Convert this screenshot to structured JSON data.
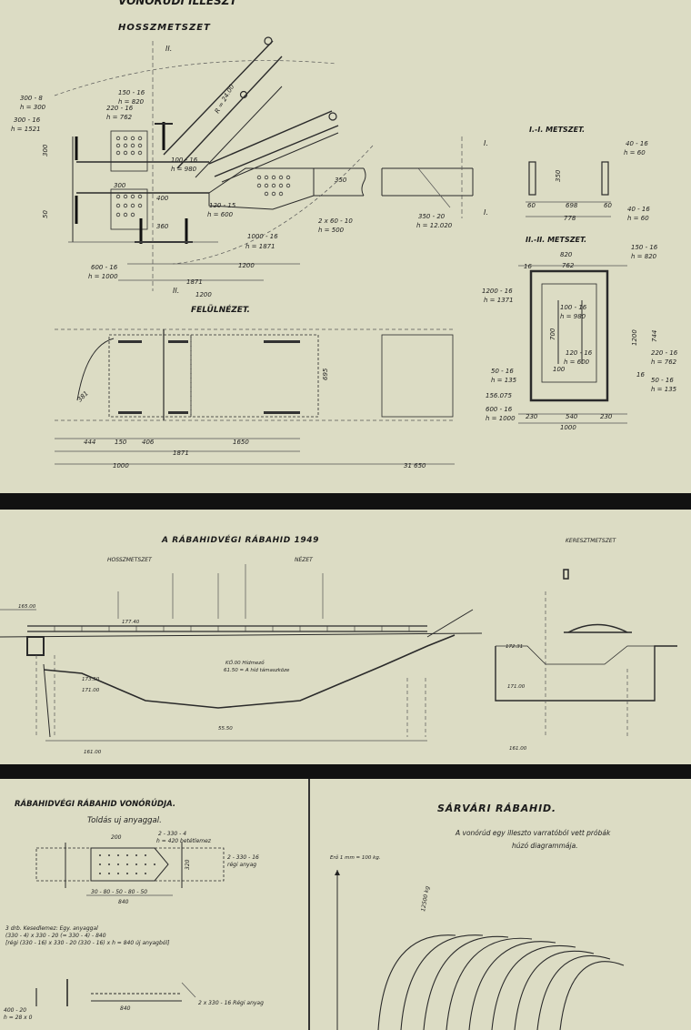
{
  "top": {
    "header_partial": "VONÓRÚDI ILLESZT",
    "section_long": "HOSSZMETSZET",
    "section_top": "FELÜLNÉZET.",
    "section_i": "I.-I. METSZET.",
    "section_ii": "II.-II. METSZET.",
    "marks": {
      "II": "II.",
      "I": "I."
    },
    "labels": {
      "a1": "300 - 8",
      "a2": "h = 300",
      "b1": "300 - 16",
      "b2": "h = 1521",
      "c1": "150 - 16",
      "c2": "h = 820",
      "d1": "220 - 16",
      "d2": "h = 762",
      "r": "R = 24.00",
      "e1": "100 - 16",
      "e2": "h = 980",
      "f": "400",
      "g1": "120 - 15",
      "g2": "h = 600",
      "h": "360",
      "i1": "1000 - 16",
      "i2": "h = 1871",
      "j1": "2 x 60 - 10",
      "j2": "h = 500",
      "k": "350",
      "l1": "600 - 16",
      "l2": "h = 1000",
      "m": "1871",
      "n": "1200",
      "o": "1200",
      "p1": "350 - 20",
      "p2": "h = 12.020",
      "v300a": "300",
      "v300b": "300",
      "v50": "50"
    },
    "sec1": {
      "t1": "40 - 16",
      "t2": "h = 60",
      "d350": "350",
      "d60a": "60",
      "d698": "698",
      "d60b": "60",
      "d778": "778",
      "b1": "40 - 16",
      "b2": "h = 60"
    },
    "sec2": {
      "t820": "820",
      "t762": "762",
      "t16": "16",
      "tr1": "150 - 16",
      "tr2": "h = 820",
      "l1": "1200 - 16",
      "l2": "h = 1371",
      "i1": "100 - 16",
      "i2": "h = 980",
      "i3": "120 - 16",
      "i4": "h = 600",
      "h1200": "1200",
      "h744": "744",
      "h700": "700",
      "r1": "220 - 16",
      "r2": "h = 762",
      "r3": "50 - 16",
      "r4": "h = 135",
      "bl1": "50 - 16",
      "bl2": "h = 135",
      "bl3": "156.075",
      "bl4": "600 - 16",
      "bl5": "h = 1000",
      "b230a": "230",
      "b540": "540",
      "b230b": "230",
      "b1000": "1000",
      "l16": "16",
      "d100": "100"
    },
    "plan": {
      "d444": "444",
      "d150": "150",
      "d406": "406",
      "d1650": "1650",
      "d1871": "1871",
      "d1000": "1000",
      "d31650": "31 650",
      "d381": "381",
      "d695": "695"
    }
  },
  "middle": {
    "title": "A RÁBAHIDVÉGI RÁBAHID 1949",
    "long_label": "HOSSZMETSZET",
    "view_label": "NÉZET",
    "cross_label": "KERESZTMETSZET",
    "levels": {
      "l1": "177.40",
      "l2": "173.50",
      "l3": "171.00",
      "l4": "161.00",
      "l5": "165.00",
      "l6": "55.50",
      "n1": "KŐ.00 Hídmező",
      "n2": "61.50 = A híd támaszköze",
      "c1": "172.31",
      "c2": "171.00",
      "c3": "161.00"
    }
  },
  "bottom_left": {
    "title": "RÁBAHIDVÉGI RÁBAHID VONÓRÚDJA.",
    "subtitle": "Toldás uj anyaggal.",
    "labels": {
      "a1": "2 - 330 - 4",
      "a2": "h = 420 betétlemez",
      "b": "200",
      "c1": "2 - 330 - 16",
      "c2": "régi anyag",
      "d": "320",
      "dims": "30 - 80 - 50 - 80 - 50",
      "dims2": "840",
      "note1": "3 drb. Kesedlemez: Egy. anyaggal",
      "note2": "(330 - 4) x 330 - 20 (= 330 - 4) - 840",
      "note3": "[régi (330 - 16) x 330 - 20 (330 - 16) x h = 840 új anyagból]",
      "e": "840",
      "f": "2 x 330 - 16 Régi anyag",
      "g1": "400 - 20",
      "g2": "h = 28 x 0"
    }
  },
  "bottom_right": {
    "title": "SÁRVÁRI RÁBAHID.",
    "subtitle1": "A vonórúd egy illeszto varratóból vett próbák",
    "subtitle2": "húzó diagrammája.",
    "axis_label": "Erő  1 mm = 100 kg.",
    "curve_label": "12500 kg"
  }
}
